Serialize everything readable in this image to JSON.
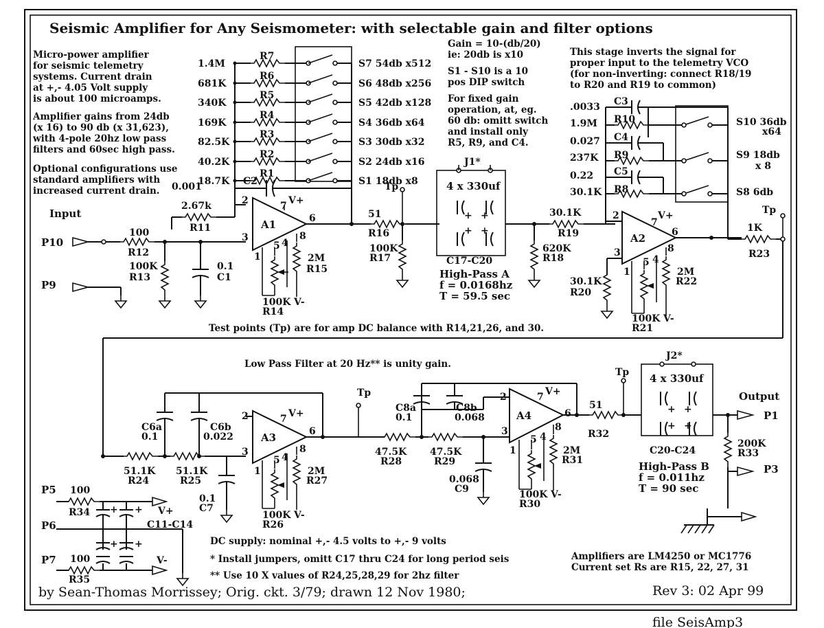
{
  "title": "Seismic Amplifier for Any Seismometer:  with selectable gain and filter options",
  "notes": {
    "top_left": [
      "Micro-power amplifier",
      "for seismic telemetry",
      "systems. Current drain",
      "at +,- 4.05 Volt supply",
      "is about 100 microamps."
    ],
    "gains": [
      "Amplifier gains from 24db",
      "(x 16) to 90 db (x 31,623),",
      "with 4-pole 20hz low pass",
      "filters and 60sec high pass."
    ],
    "optional": [
      "Optional configurations use",
      "standard amplifiers with",
      "increased current drain."
    ],
    "gain_formula": [
      "Gain = 10-(db/20)",
      "ie: 20db is x10"
    ],
    "dip": [
      "S1 - S10 is a 10",
      "pos DIP switch"
    ],
    "fixed": [
      "For fixed gain",
      "operation, at, eg.",
      "60 db: omitt switch",
      "and  install only",
      "R5, R9, and C4."
    ],
    "invert": [
      "This stage inverts the signal for",
      "proper input to the telemetry VCO",
      "(for non-inverting: connect R18/19",
      "to R20  and  R19 to common)"
    ],
    "testpoints": "Test points (Tp) are for amp DC balance with R14,21,26, and 30.",
    "lowpass": "Low Pass Filter at 20 Hz** is unity gain.",
    "dc_supply": "DC supply: nominal +,- 4.5 volts to +,- 9 volts",
    "jumpers": "* Install jumpers, omitt C17 thru C24 for long period seis",
    "tenx": "** Use 10 X  values of R24,25,28,29 for 2hz filter",
    "amps": [
      "Amplifiers are LM4250 or MC1776",
      "Current set Rs are R15, 22, 27, 31"
    ]
  },
  "gain_switches": [
    {
      "value": "1.4M",
      "ref": "R7",
      "sw": "S7 54db x512"
    },
    {
      "value": "681K",
      "ref": "R6",
      "sw": "S6 48db x256"
    },
    {
      "value": "340K",
      "ref": "R5",
      "sw": "S5 42db x128"
    },
    {
      "value": "169K",
      "ref": "R4",
      "sw": "S4 36db x64"
    },
    {
      "value": "82.5K",
      "ref": "R3",
      "sw": "S3 30db x32"
    },
    {
      "value": "40.2K",
      "ref": "R2",
      "sw": "S2 24db x16"
    },
    {
      "value": "18.7K",
      "ref": "R1",
      "sw": "S1 18db x8"
    }
  ],
  "a2_switches": {
    "c3": ".0033",
    "c3ref": "C3",
    "r10": "1.9M",
    "r10ref": "R10",
    "c4": "0.027",
    "c4ref": "C4",
    "r9": "237K",
    "r9ref": "R9",
    "c5": "0.22",
    "c5ref": "C5",
    "r8": "30.1K",
    "r8ref": "R8",
    "s10": "S10 36db",
    "s10b": "x64",
    "s9": "S9 18db",
    "s9b": "x 8",
    "s8": "S8 6db"
  },
  "labels": {
    "input": "Input",
    "p10": "P10",
    "p9": "P9",
    "c2val": "0.001",
    "c2": "C2",
    "r11val": "2.67k",
    "r11": "R11",
    "r12val": "100",
    "r12": "R12",
    "r13val": "100K",
    "r13": "R13",
    "c1val": "0.1",
    "c1": "C1",
    "a1": "A1",
    "vplus": "V+",
    "vminus": "V-",
    "pin2": "2",
    "pin3": "3",
    "pin7": "7",
    "pin6": "6",
    "pin5": "5",
    "pin4": "4",
    "pin1": "1",
    "pin8": "8",
    "r15val": "2M",
    "r15": "R15",
    "r14val": "100K",
    "r14": "R14",
    "r16val": "51",
    "r16": "R16",
    "r17val": "100K",
    "r17": "R17",
    "tp": "Tp",
    "j1": "J1*",
    "caps1": "4 x 330uf",
    "c17": "C17-C20",
    "hpa": "High-Pass A",
    "hpa_f": "f = 0.0168hz",
    "hpa_t": "T = 59.5 sec",
    "r19val": "30.1K",
    "r19": "R19",
    "r18val": "620K",
    "r18": "R18",
    "a2": "A2",
    "r20val": "30.1K",
    "r20": "R20",
    "r22val": "2M",
    "r22": "R22",
    "r21val": "100K",
    "r21": "R21",
    "r23val": "1K",
    "r23": "R23",
    "c6a": "C6a",
    "c6aval": "0.1",
    "c6b": "C6b",
    "c6bval": "0.022",
    "a3": "A3",
    "r24val": "51.1K",
    "r24": "R24",
    "r25val": "51.1K",
    "r25": "R25",
    "c7val": "0.1",
    "c7": "C7",
    "r27val": "2M",
    "r27": "R27",
    "r26val": "100K",
    "r26": "R26",
    "c8a": "C8a",
    "c8aval": "0.1",
    "c8b": "C8b",
    "c8bval": "0.068",
    "r28val": "47.5K",
    "r28": "R28",
    "r29val": "47.5K",
    "r29": "R29",
    "c9val": "0.068",
    "c9": "C9",
    "a4": "A4",
    "r31val": "2M",
    "r31": "R31",
    "r30val": "100K",
    "r30": "R30",
    "r32val": "51",
    "r32": "R32",
    "j2": "J2*",
    "caps2": "4 x 330uf",
    "c20": "C20-C24",
    "hpb": "High-Pass B",
    "hpb_f": "f = 0.011hz",
    "hpb_t": "T = 90 sec",
    "output": "Output",
    "p1": "P1",
    "r33val": "200K",
    "r33": "R33",
    "p3": "P3",
    "p5": "P5",
    "r34val": "100",
    "r34": "R34",
    "p6": "P6",
    "p7": "P7",
    "r35val": "100",
    "r35": "R35",
    "c11": "C11-C14",
    "plus": "+"
  },
  "footer": {
    "credit": "by Sean-Thomas Morrissey; Orig. ckt. 3/79; drawn 12 Nov 1980;",
    "rev": "Rev 3: 02 Apr 99",
    "file": "file SeisAmp3"
  }
}
